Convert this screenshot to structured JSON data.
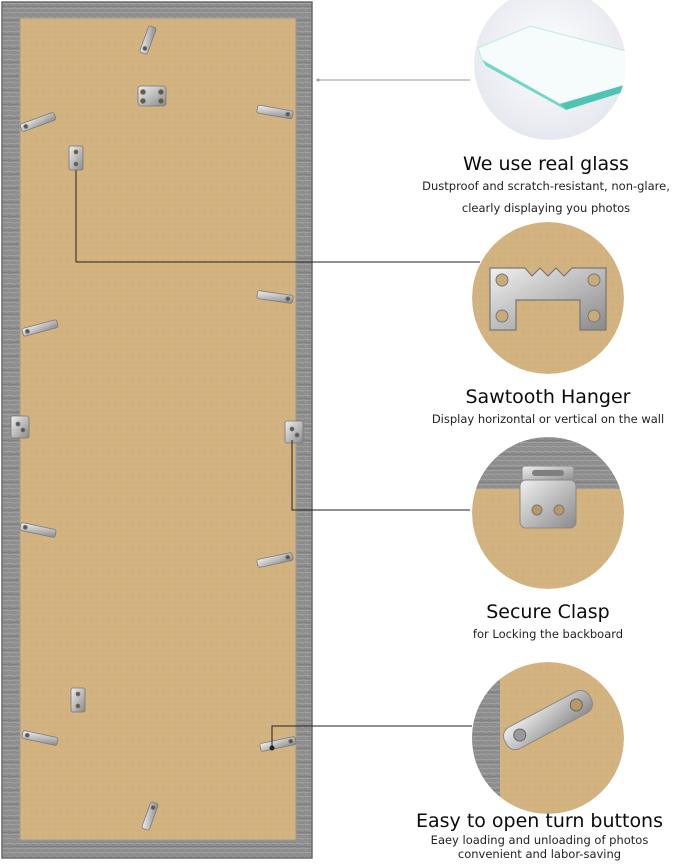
{
  "features": [
    {
      "title": "We use real glass",
      "desc": [
        "Dustproof and scratch-resistant, non-glare,",
        "clearly displaying you photos"
      ]
    },
    {
      "title": "Sawtooth Hanger",
      "desc": [
        "Display horizontal or vertical on the wall"
      ]
    },
    {
      "title": "Secure Clasp",
      "desc": [
        "for Locking the backboard"
      ]
    },
    {
      "title": "Easy to open turn buttons",
      "desc": [
        "Eaey loading and unloading of photos",
        "convenient and labor-saving"
      ]
    }
  ],
  "colors": {
    "frame": "#8f8f8f",
    "frame_dark": "#6f6f6f",
    "backboard": "#d1b27f",
    "metal": "#c9c9c9",
    "glass_edge": "#6fd6c8"
  },
  "icons": [
    "glass-panel-icon",
    "sawtooth-hanger-icon",
    "clasp-icon",
    "turn-button-icon"
  ]
}
